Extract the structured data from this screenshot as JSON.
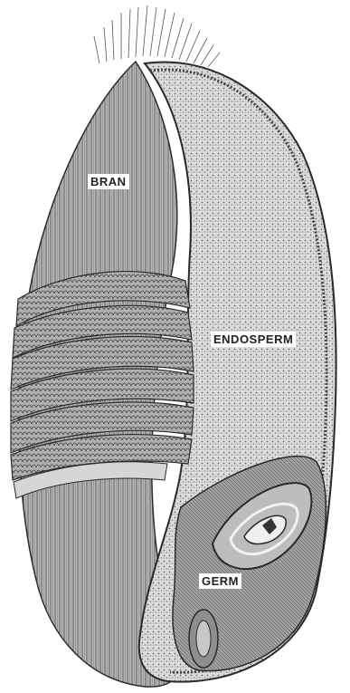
{
  "labels": {
    "bran": "BRAN",
    "endosperm": "ENDOSPERM",
    "germ": "GERM"
  },
  "colors": {
    "ink": "#2a2a2a",
    "bran_fill": "#bdbdbd",
    "endosperm_fill": "#d9d9d9",
    "germ_fill": "#9a9a9a",
    "label_bg": "#ffffff"
  }
}
